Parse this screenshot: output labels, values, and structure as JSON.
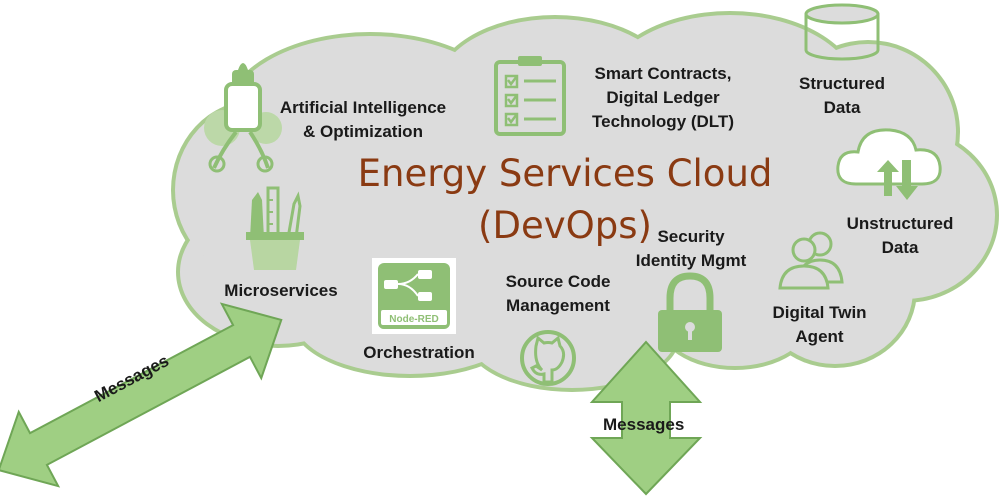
{
  "title": {
    "line1": "Energy Services Cloud",
    "line2": "(DevOps)"
  },
  "nodes": {
    "ai": {
      "line1": "Artificial Intelligence",
      "line2": "& Optimization",
      "icon": "rocket-icon"
    },
    "smart_contracts": {
      "line1": "Smart Contracts,",
      "line2": "Digital Ledger",
      "line3": "Technology (DLT)",
      "icon": "clipboard-checklist-icon"
    },
    "structured": {
      "line1": "Structured",
      "line2": "Data",
      "icon": "database-icon"
    },
    "unstructured": {
      "line1": "Unstructured",
      "line2": "Data",
      "icon": "cloud-sync-icon"
    },
    "digital_twin": {
      "line1": "Digital Twin",
      "line2": "Agent",
      "icon": "users-icon"
    },
    "security": {
      "line1": "Security",
      "line2": "Identity Mgmt",
      "icon": "lock-icon"
    },
    "source_code": {
      "line1": "Source Code",
      "line2": "Management",
      "icon": "github-icon"
    },
    "orchestration": {
      "line1": "Orchestration",
      "icon": "node-red-icon",
      "icon_text": "Node-RED"
    },
    "microservices": {
      "line1": "Microservices",
      "icon": "tools-cup-icon"
    }
  },
  "arrows": {
    "left": {
      "label": "Messages"
    },
    "bottom": {
      "label": "Messages"
    }
  },
  "colors": {
    "cloud_fill": "#dcdcdc",
    "cloud_stroke": "#a9cc8f",
    "icon_green": "#8fbf75",
    "arrow_green": "#9fcf83",
    "title": "#8a3a12"
  }
}
